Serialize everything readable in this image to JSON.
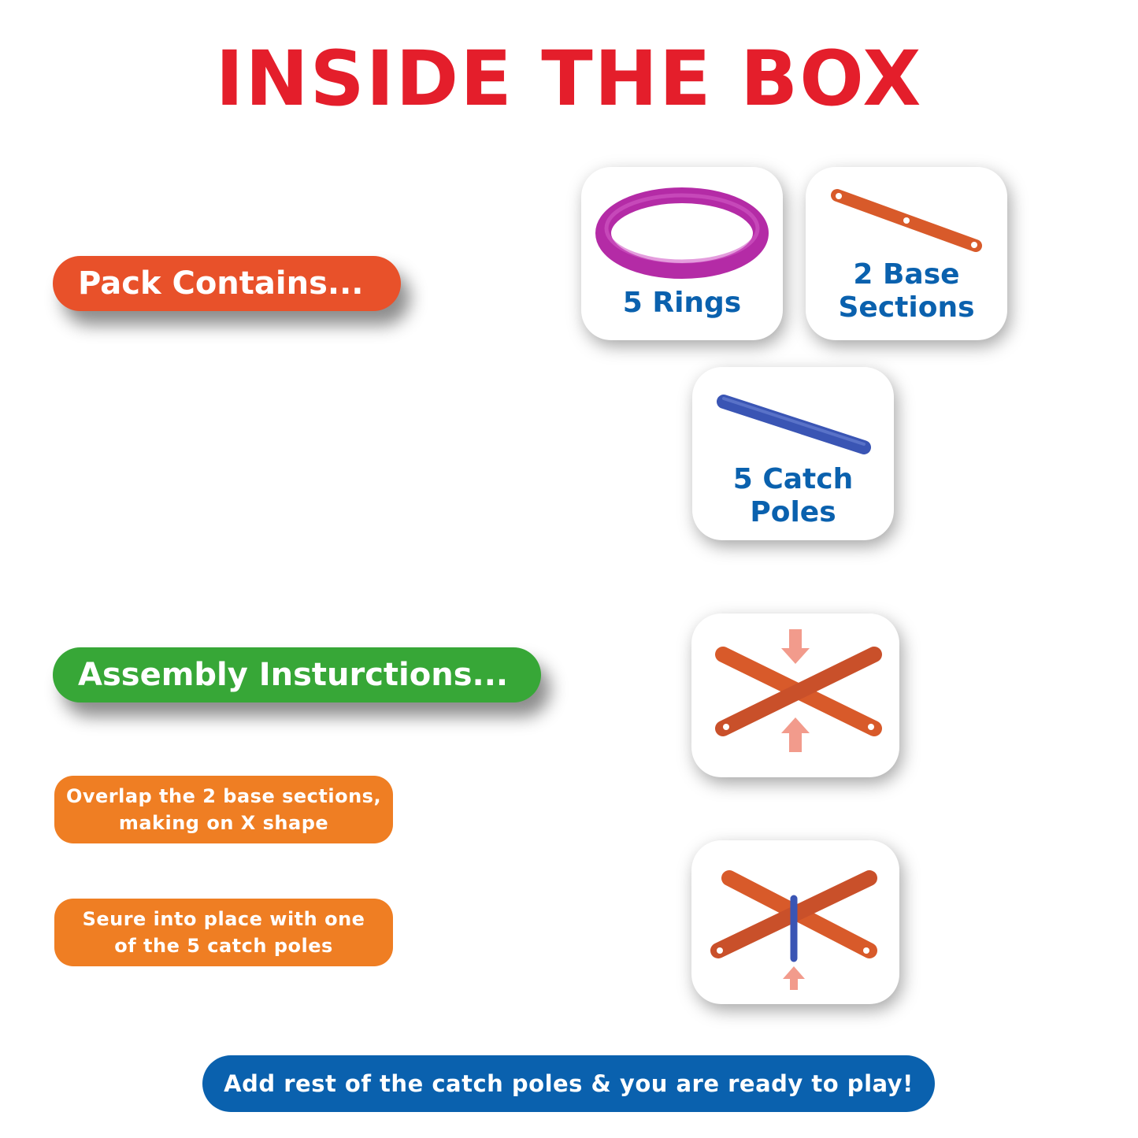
{
  "header": {
    "title": "Inside The Box"
  },
  "pack": {
    "heading": "Pack Contains...",
    "items": [
      {
        "label": "5 Rings",
        "icon": "ring-icon",
        "color": "#b42ba6"
      },
      {
        "label_line1": "2 Base",
        "label_line2": "Sections",
        "icon": "base-section-icon",
        "color": "#d85a2a"
      },
      {
        "label_line1": "5 Catch",
        "label_line2": "Poles",
        "icon": "catch-pole-icon",
        "color": "#3a55b4"
      }
    ]
  },
  "assembly": {
    "heading": "Assembly Insturctions...",
    "steps": [
      {
        "line1": "Overlap the 2 base sections,",
        "line2": "making on X shape"
      },
      {
        "line1": "Seure into place with one",
        "line2": "of the 5 catch poles"
      }
    ],
    "final": "Add rest of the catch poles & you are ready to play!"
  },
  "colors": {
    "title": "#e41e2b",
    "pack_pill": "#e8512a",
    "assembly_pill": "#37a737",
    "step_pill": "#ef7e23",
    "final_pill": "#0a61ae",
    "card_text": "#0a61ae"
  }
}
